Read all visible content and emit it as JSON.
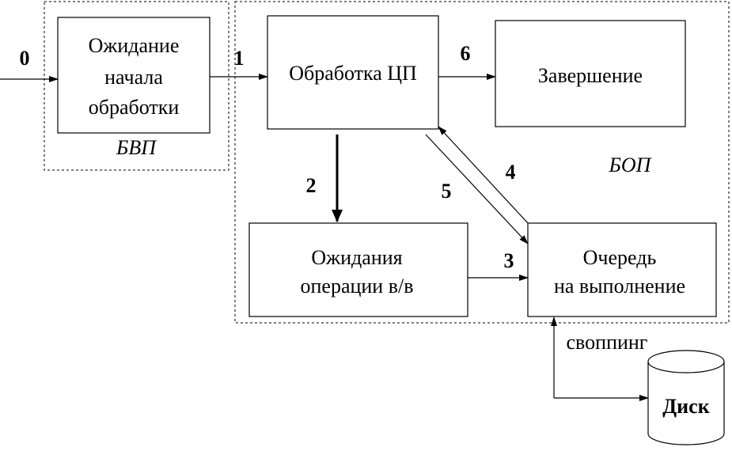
{
  "nodes": {
    "waiting_start": {
      "line1": "Ожидание",
      "line2": "начала",
      "line3": "обработки"
    },
    "cpu_processing": {
      "label": "Обработка ЦП"
    },
    "completion": {
      "label": "Завершение"
    },
    "io_wait": {
      "line1": "Ожидания",
      "line2": "операции в/в"
    },
    "exec_queue": {
      "line1": "Очередь",
      "line2": "на выполнение"
    },
    "disk": {
      "label": "Диск"
    }
  },
  "groups": {
    "bvp": "БВП",
    "bop": "БОП"
  },
  "transitions": {
    "t0": "0",
    "t1": "1",
    "t2": "2",
    "t3": "3",
    "t4": "4",
    "t5": "5",
    "t6": "6"
  },
  "swap_label": "своппинг"
}
